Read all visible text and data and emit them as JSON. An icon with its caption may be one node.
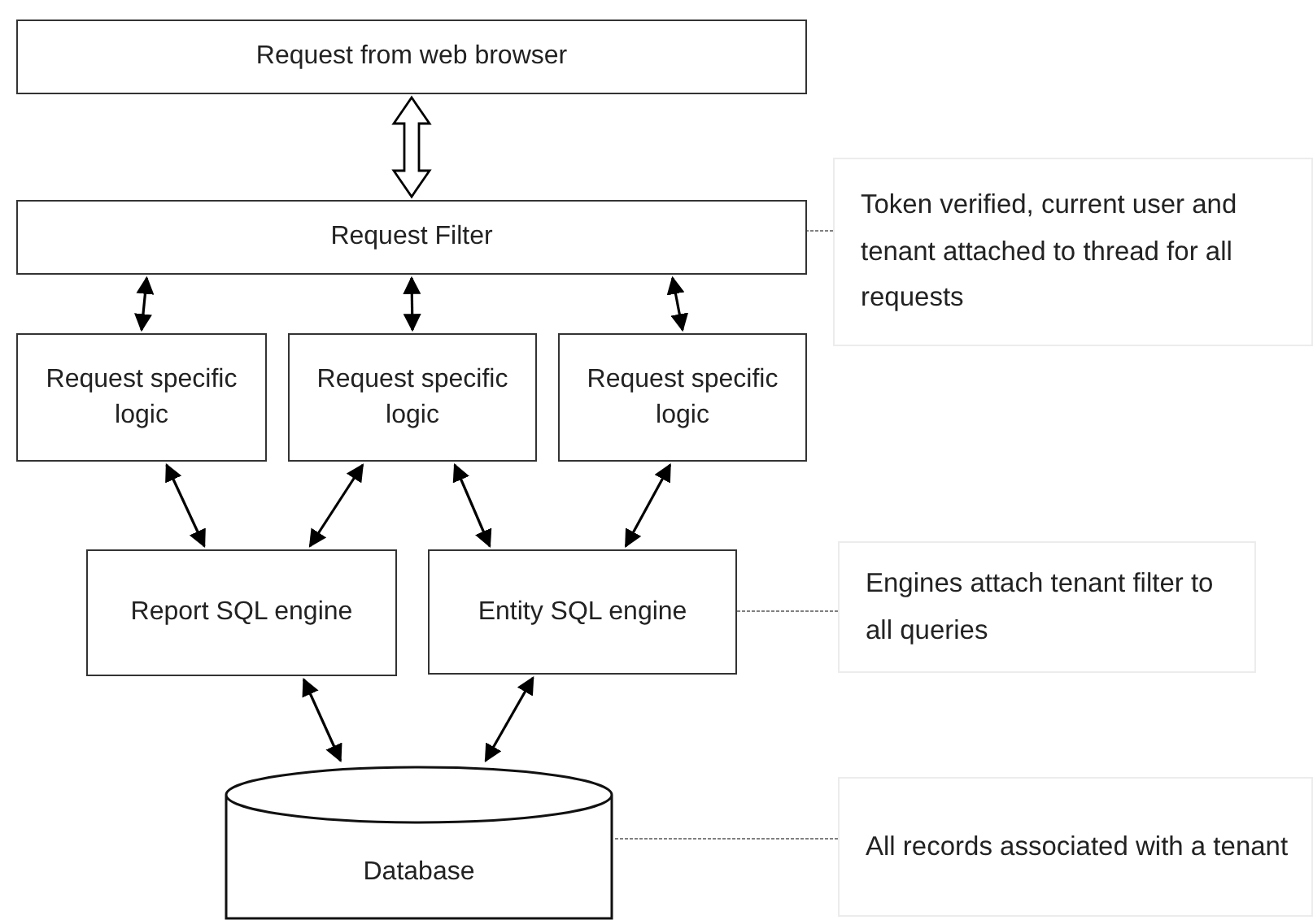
{
  "diagram": {
    "nodes": [
      {
        "text": [
          "Request from web browser"
        ]
      },
      {
        "text": [
          "Request Filter"
        ]
      },
      {
        "text": [
          "Token verified, current user and tenant attached to thread for all requests"
        ]
      },
      {
        "text": [
          "Request specific logic"
        ]
      },
      {
        "text": [
          "Request specific logic"
        ]
      },
      {
        "text": [
          "Request specific logic"
        ]
      },
      {
        "text": [
          "Report SQL engine"
        ]
      },
      {
        "text": [
          "Entity SQL engine"
        ]
      },
      {
        "text": [
          "Engines attach tenant filter to all queries"
        ]
      },
      {
        "text": [
          "Database"
        ]
      },
      {
        "text": [
          "All records associated with a tenant"
        ]
      }
    ],
    "edges": [
      {
        "from": 0,
        "to": 1,
        "arrow": "both",
        "style": "thick"
      },
      {
        "from": 1,
        "to": 3,
        "arrow": "both"
      },
      {
        "from": 1,
        "to": 4,
        "arrow": "both"
      },
      {
        "from": 1,
        "to": 5,
        "arrow": "both"
      },
      {
        "from": 3,
        "to": 6,
        "arrow": "both"
      },
      {
        "from": 4,
        "to": 6,
        "arrow": "both"
      },
      {
        "from": 4,
        "to": 7,
        "arrow": "both"
      },
      {
        "from": 5,
        "to": 7,
        "arrow": "both"
      },
      {
        "from": 6,
        "to": 9,
        "arrow": "both"
      },
      {
        "from": 7,
        "to": 9,
        "arrow": "both"
      },
      {
        "from": 2,
        "to": 1,
        "arrow": "none",
        "style": "dashed",
        "color": "#808080"
      },
      {
        "from": 8,
        "to": 7,
        "arrow": "none",
        "style": "dashed",
        "color": "#808080"
      },
      {
        "from": 10,
        "to": 9,
        "arrow": "none",
        "style": "dashed",
        "color": "#808080"
      }
    ]
  }
}
